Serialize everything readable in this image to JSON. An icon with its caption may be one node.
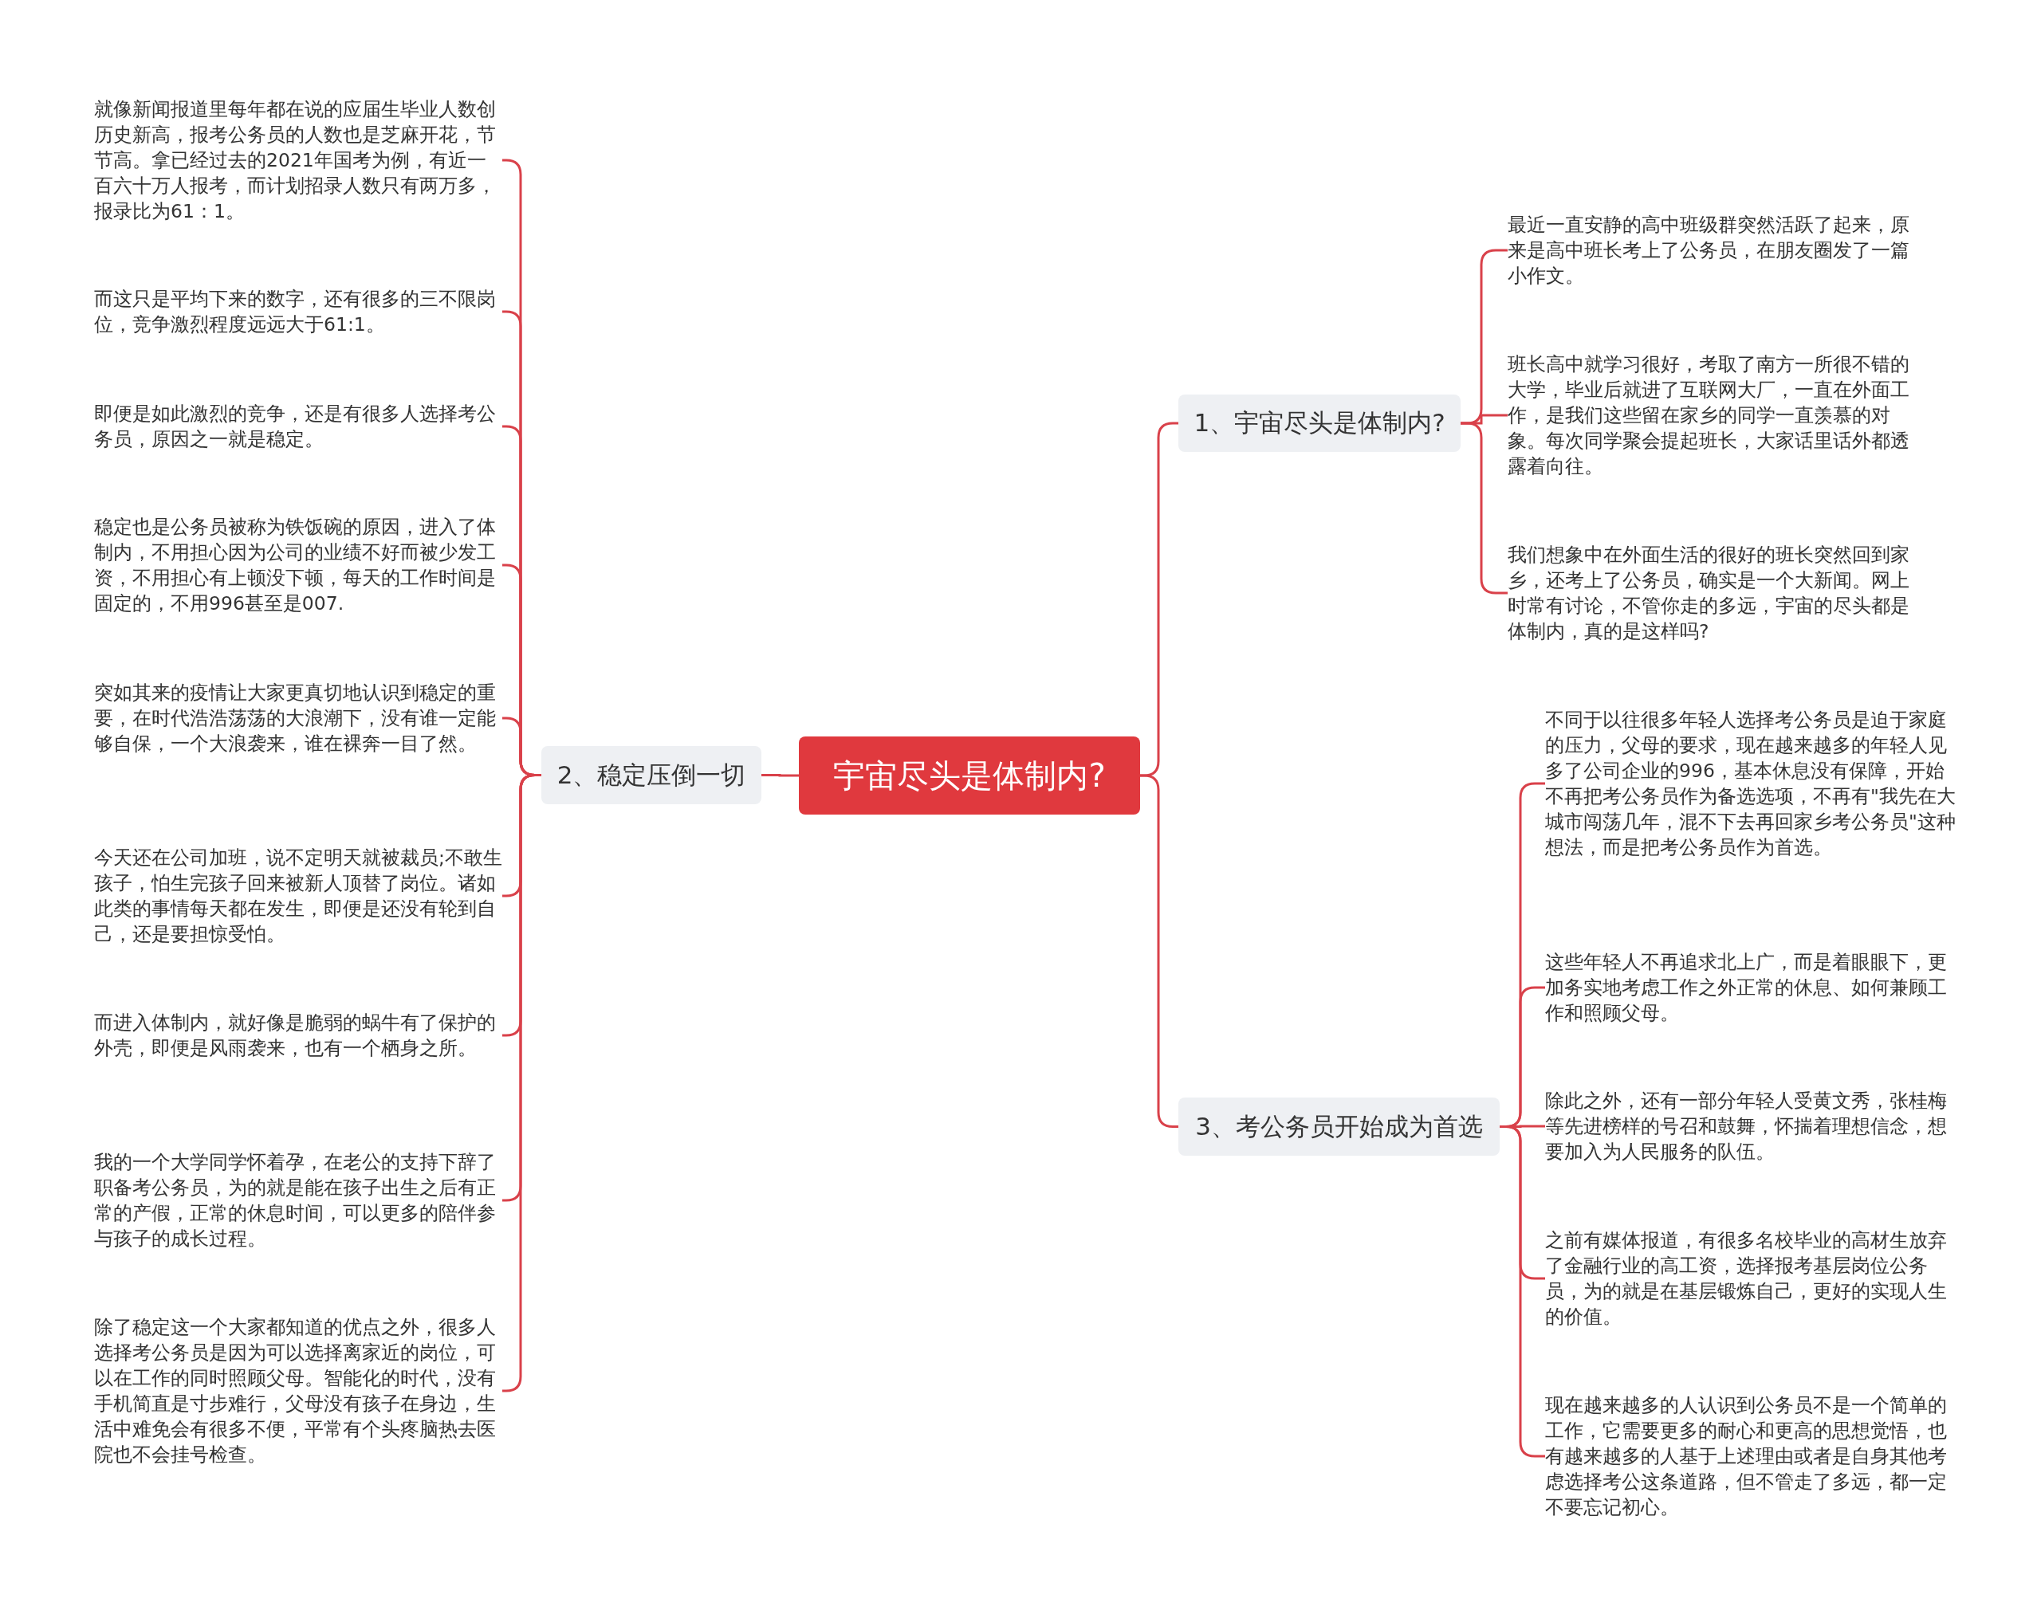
{
  "diagram": {
    "nodes": [
      {
        "text": [
          "宇宙尽头是体制内?"
        ]
      },
      {
        "text": [
          "1、宇宙尽头是体制内?"
        ]
      },
      {
        "text": [
          "最近一直安静的高中班级群突然活跃了起来，原来是高中班长考上了公务员，在朋友圈发了一篇小作文。"
        ]
      },
      {
        "text": [
          "班长高中就学习很好，考取了南方一所很不错的大学，毕业后就进了互联网大厂，一直在外面工作，是我们这些留在家乡的同学一直羡慕的对象。每次同学聚会提起班长，大家话里话外都透露着向往。"
        ]
      },
      {
        "text": [
          "我们想象中在外面生活的很好的班长突然回到家乡，还考上了公务员，确实是一个大新闻。网上时常有讨论，不管你走的多远，宇宙的尽头都是体制内，真的是这样吗?"
        ]
      },
      {
        "text": [
          "2、稳定压倒一切"
        ]
      },
      {
        "text": [
          "就像新闻报道里每年都在说的应届生毕业人数创历史新高，报考公务员的人数也是芝麻开花，节节高。拿已经过去的2021年国考为例，有近一百六十万人报考，而计划招录人数只有两万多，报录比为61：1。"
        ]
      },
      {
        "text": [
          "而这只是平均下来的数字，还有很多的三不限岗位，竞争激烈程度远远大于61:1。"
        ]
      },
      {
        "text": [
          "即便是如此激烈的竞争，还是有很多人选择考公务员，原因之一就是稳定。"
        ]
      },
      {
        "text": [
          "稳定也是公务员被称为铁饭碗的原因，进入了体制内，不用担心因为公司的业绩不好而被少发工资，不用担心有上顿没下顿，每天的工作时间是固定的，不用996甚至是007."
        ]
      },
      {
        "text": [
          "突如其来的疫情让大家更真切地认识到稳定的重要，在时代浩浩荡荡的大浪潮下，没有谁一定能够自保，一个大浪袭来，谁在裸奔一目了然。"
        ]
      },
      {
        "text": [
          "今天还在公司加班，说不定明天就被裁员;不敢生孩子，怕生完孩子回来被新人顶替了岗位。诸如此类的事情每天都在发生，即便是还没有轮到自己，还是要担惊受怕。"
        ]
      },
      {
        "text": [
          "而进入体制内，就好像是脆弱的蜗牛有了保护的外壳，即便是风雨袭来，也有一个栖身之所。"
        ]
      },
      {
        "text": [
          "我的一个大学同学怀着孕，在老公的支持下辞了职备考公务员，为的就是能在孩子出生之后有正常的产假，正常的休息时间，可以更多的陪伴参与孩子的成长过程。"
        ]
      },
      {
        "text": [
          "除了稳定这一个大家都知道的优点之外，很多人选择考公务员是因为可以选择离家近的岗位，可以在工作的同时照顾父母。智能化的时代，没有手机简直是寸步难行，父母没有孩子在身边，生活中难免会有很多不便，平常有个头疼脑热去医院也不会挂号检查。"
        ]
      },
      {
        "text": [
          "3、考公务员开始成为首选"
        ]
      },
      {
        "text": [
          "不同于以往很多年轻人选择考公务员是迫于家庭的压力，父母的要求，现在越来越多的年轻人见多了公司企业的996，基本休息没有保障，开始不再把考公务员作为备选选项，不再有\"我先在大城市闯荡几年，混不下去再回家乡考公务员\"这种想法，而是把考公务员作为首选。"
        ]
      },
      {
        "text": [
          "这些年轻人不再追求北上广，而是着眼眼下，更加务实地考虑工作之外正常的休息、如何兼顾工作和照顾父母。"
        ]
      },
      {
        "text": [
          "除此之外，还有一部分年轻人受黄文秀，张桂梅等先进榜样的号召和鼓舞，怀揣着理想信念，想要加入为人民服务的队伍。"
        ]
      },
      {
        "text": [
          "之前有媒体报道，有很多名校毕业的高材生放弃了金融行业的高工资，选择报考基层岗位公务员，为的就是在基层锻炼自己，更好的实现人生的价值。"
        ]
      },
      {
        "text": [
          "现在越来越多的人认识到公务员不是一个简单的工作，它需要更多的耐心和更高的思想觉悟，也有越来越多的人基于上述理由或者是自身其他考虑选择考公这条道路，但不管走了多远，都一定不要忘记初心。"
        ]
      }
    ],
    "edges": [
      {
        "from": 0,
        "to": 1,
        "arrow": "none"
      },
      {
        "from": 1,
        "to": 2,
        "arrow": "none"
      },
      {
        "from": 1,
        "to": 3,
        "arrow": "none"
      },
      {
        "from": 1,
        "to": 4,
        "arrow": "none"
      },
      {
        "from": 0,
        "to": 5,
        "arrow": "none"
      },
      {
        "from": 5,
        "to": 6,
        "arrow": "none"
      },
      {
        "from": 5,
        "to": 7,
        "arrow": "none"
      },
      {
        "from": 5,
        "to": 8,
        "arrow": "none"
      },
      {
        "from": 5,
        "to": 9,
        "arrow": "none"
      },
      {
        "from": 5,
        "to": 10,
        "arrow": "none"
      },
      {
        "from": 5,
        "to": 11,
        "arrow": "none"
      },
      {
        "from": 5,
        "to": 12,
        "arrow": "none"
      },
      {
        "from": 5,
        "to": 13,
        "arrow": "none"
      },
      {
        "from": 5,
        "to": 14,
        "arrow": "none"
      },
      {
        "from": 0,
        "to": 15,
        "arrow": "none"
      },
      {
        "from": 15,
        "to": 16,
        "arrow": "none"
      },
      {
        "from": 15,
        "to": 17,
        "arrow": "none"
      },
      {
        "from": 15,
        "to": 18,
        "arrow": "none"
      },
      {
        "from": 15,
        "to": 19,
        "arrow": "none"
      },
      {
        "from": 15,
        "to": 20,
        "arrow": "none"
      }
    ]
  }
}
